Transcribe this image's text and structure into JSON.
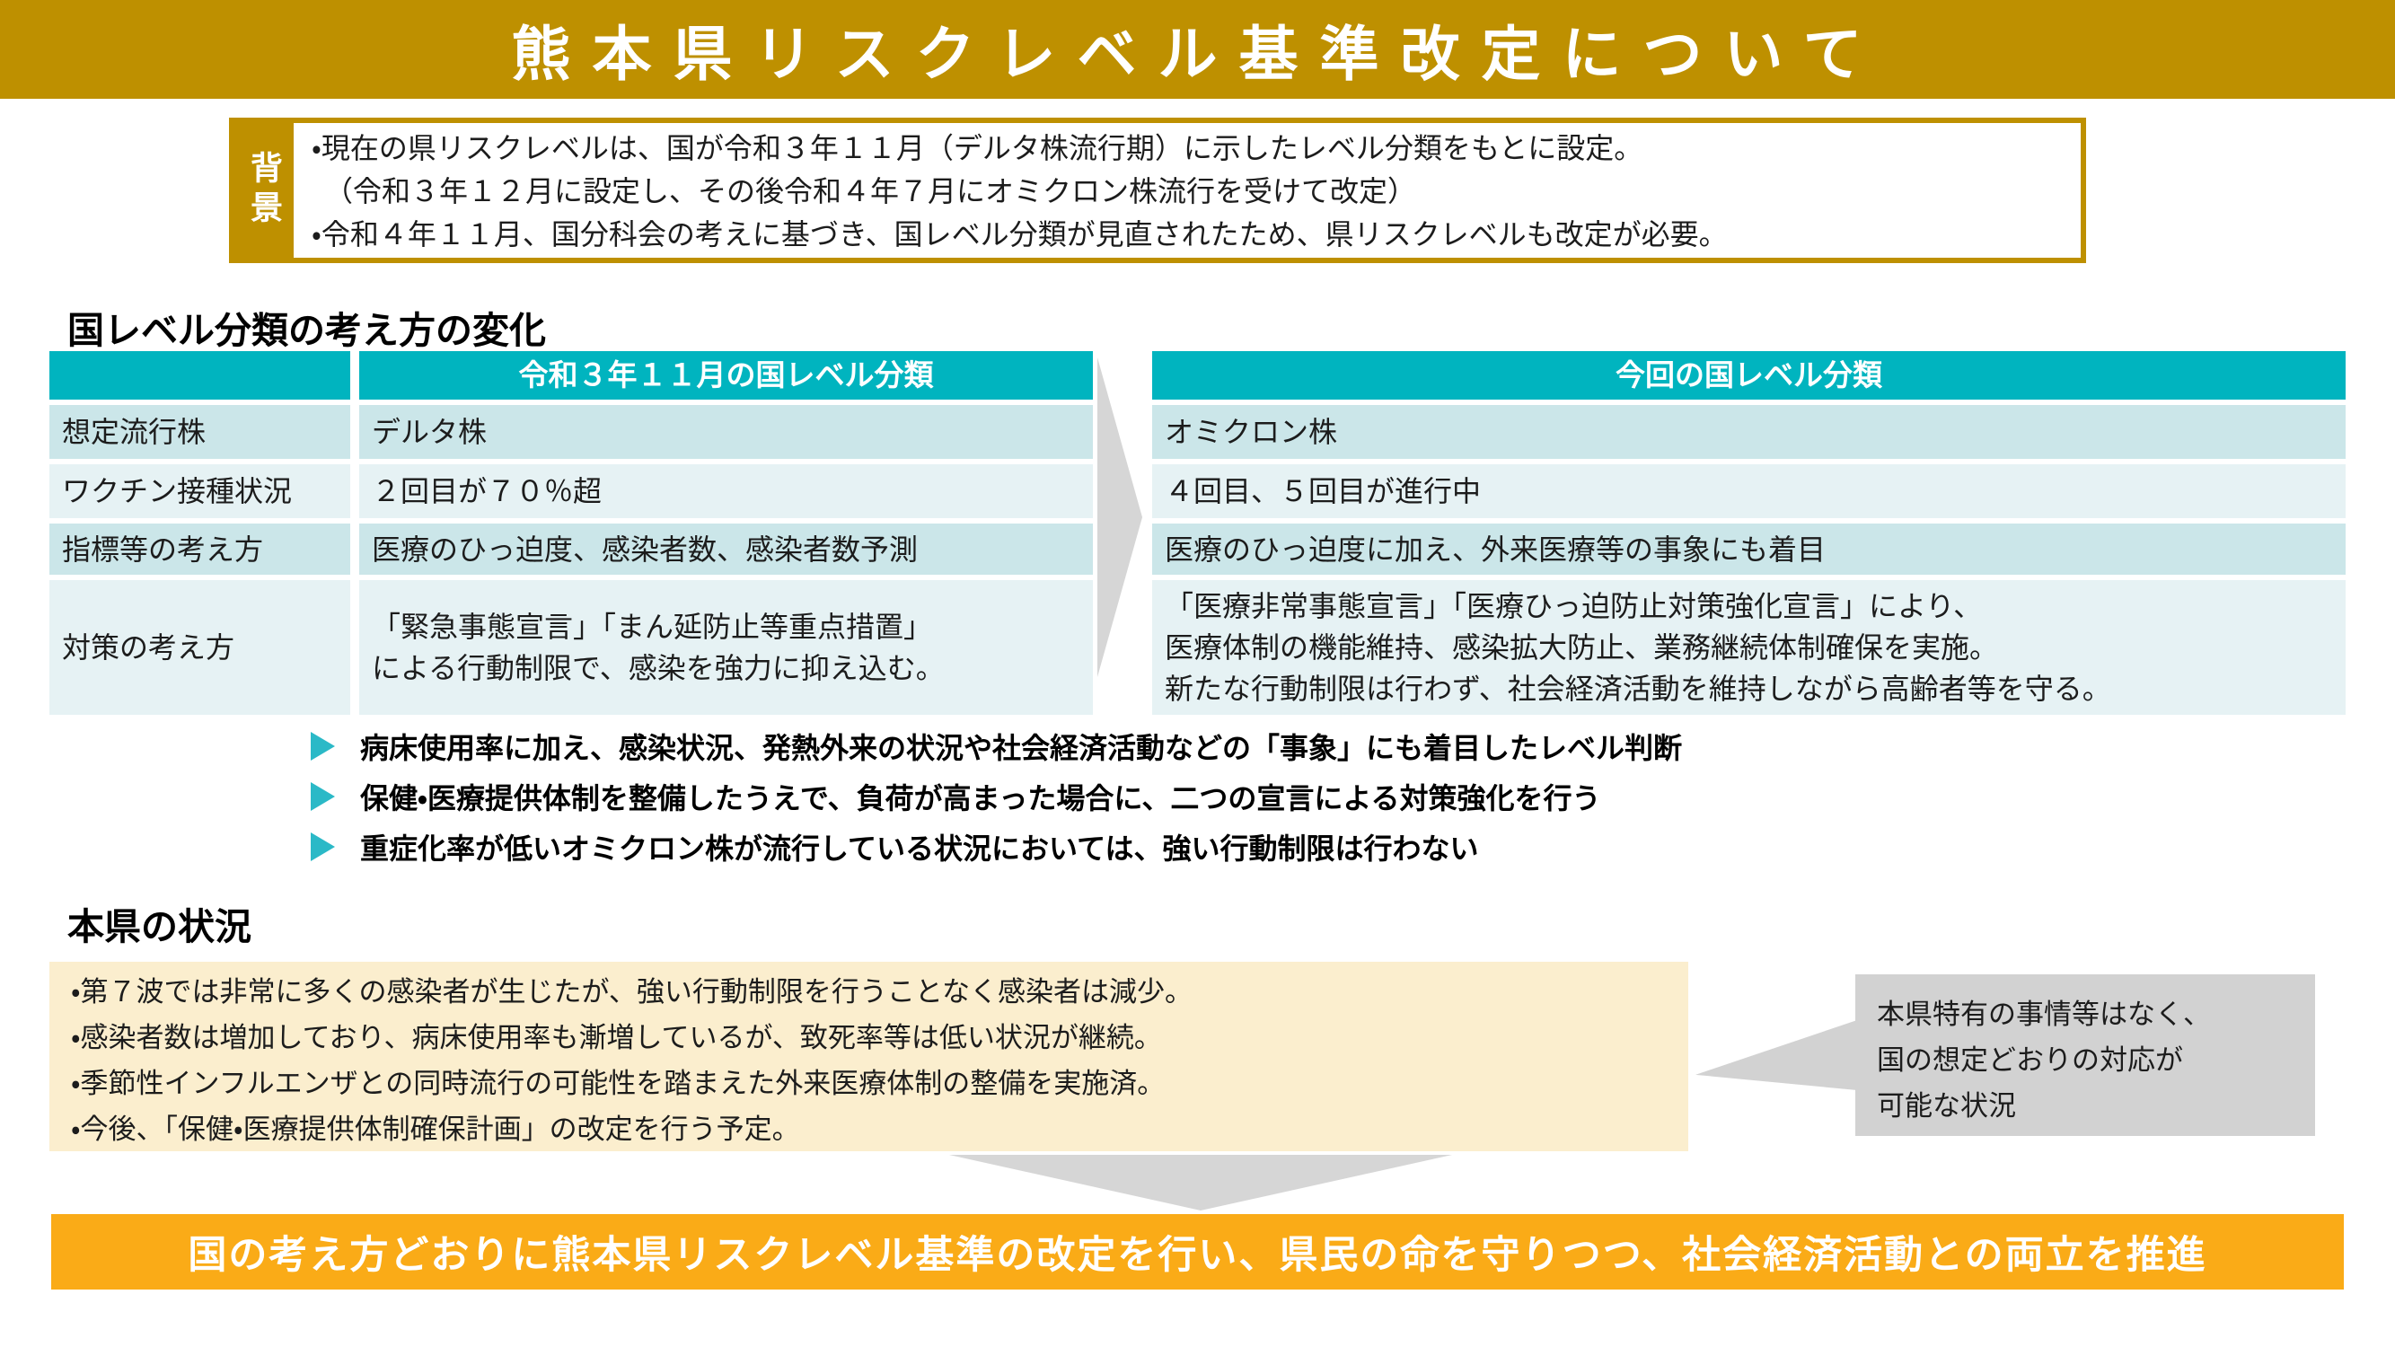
{
  "title": "熊本県リスクレベル基準改定について",
  "background": {
    "label": "背景",
    "lines": [
      "・現在の県リスクレベルは、国が令和３年１１月（デルタ株流行期）に示したレベル分類をもとに設定。",
      "（令和３年１２月に設定し、その後令和４年７月にオミクロン株流行を受けて改定）",
      "・令和４年１１月、国分科会の考えに基づき、国レベル分類が見直されたため、県リスクレベルも改定が必要。"
    ]
  },
  "section1": {
    "heading": "国レベル分類の考え方の変化",
    "left_table": {
      "header": "令和３年１１月の国レベル分類",
      "rows": [
        {
          "label": "想定流行株",
          "value": "デルタ株"
        },
        {
          "label": "ワクチン接種状況",
          "value": "２回目が７０％超"
        },
        {
          "label": "指標等の考え方",
          "value": "医療のひっ迫度、感染者数、感染者数予測"
        },
        {
          "label": "対策の考え方",
          "value": "「緊急事態宣言」「まん延防止等重点措置」\nによる行動制限で、感染を強力に抑え込む。"
        }
      ]
    },
    "right_table": {
      "header": "今回の国レベル分類",
      "rows": [
        "オミクロン株",
        "４回目、５回目が進行中",
        "医療のひっ迫度に加え、外来医療等の事象にも着目",
        "「医療非常事態宣言」「医療ひっ迫防止対策強化宣言」により、\n医療体制の機能維持、感染拡大防止、業務継続体制確保を実施。\n新たな行動制限は行わず、社会経済活動を維持しながら高齢者等を守る。"
      ]
    },
    "bullets": [
      "病床使用率に加え、感染状況、発熱外来の状況や社会経済活動などの「事象」にも着目したレベル判断",
      "保健・医療提供体制を整備したうえで、負荷が高まった場合に、二つの宣言による対策強化を行う",
      "重症化率が低いオミクロン株が流行している状況においては、強い行動制限は行わない"
    ]
  },
  "section2": {
    "heading": "本県の状況",
    "status_lines": [
      "・第７波では非常に多くの感染者が生じたが、強い行動制限を行うことなく感染者は減少。",
      "・感染者数は増加しており、病床使用率も漸増しているが、致死率等は低い状況が継続。",
      "・季節性インフルエンザとの同時流行の可能性を踏まえた外来医療体制の整備を実施済。",
      "・今後、「保健・医療提供体制確保計画」の改定を行う予定。"
    ],
    "callout": "本県特有の事情等はなく、\n国の想定どおりの対応が\n可能な状況"
  },
  "conclusion": "国の考え方どおりに熊本県リスクレベル基準の改定を行い、県民の命を守りつつ、社会経済活動との両立を推進",
  "colors": {
    "gold": "#BE9000",
    "teal": "#00B4BF",
    "band_dark": "#CBE6E9",
    "band_light": "#E6F2F4",
    "bullet_teal": "#2BB9C7",
    "beige": "#FBEECE",
    "gray": "#D2D2D2",
    "orange": "#FAAB17"
  }
}
